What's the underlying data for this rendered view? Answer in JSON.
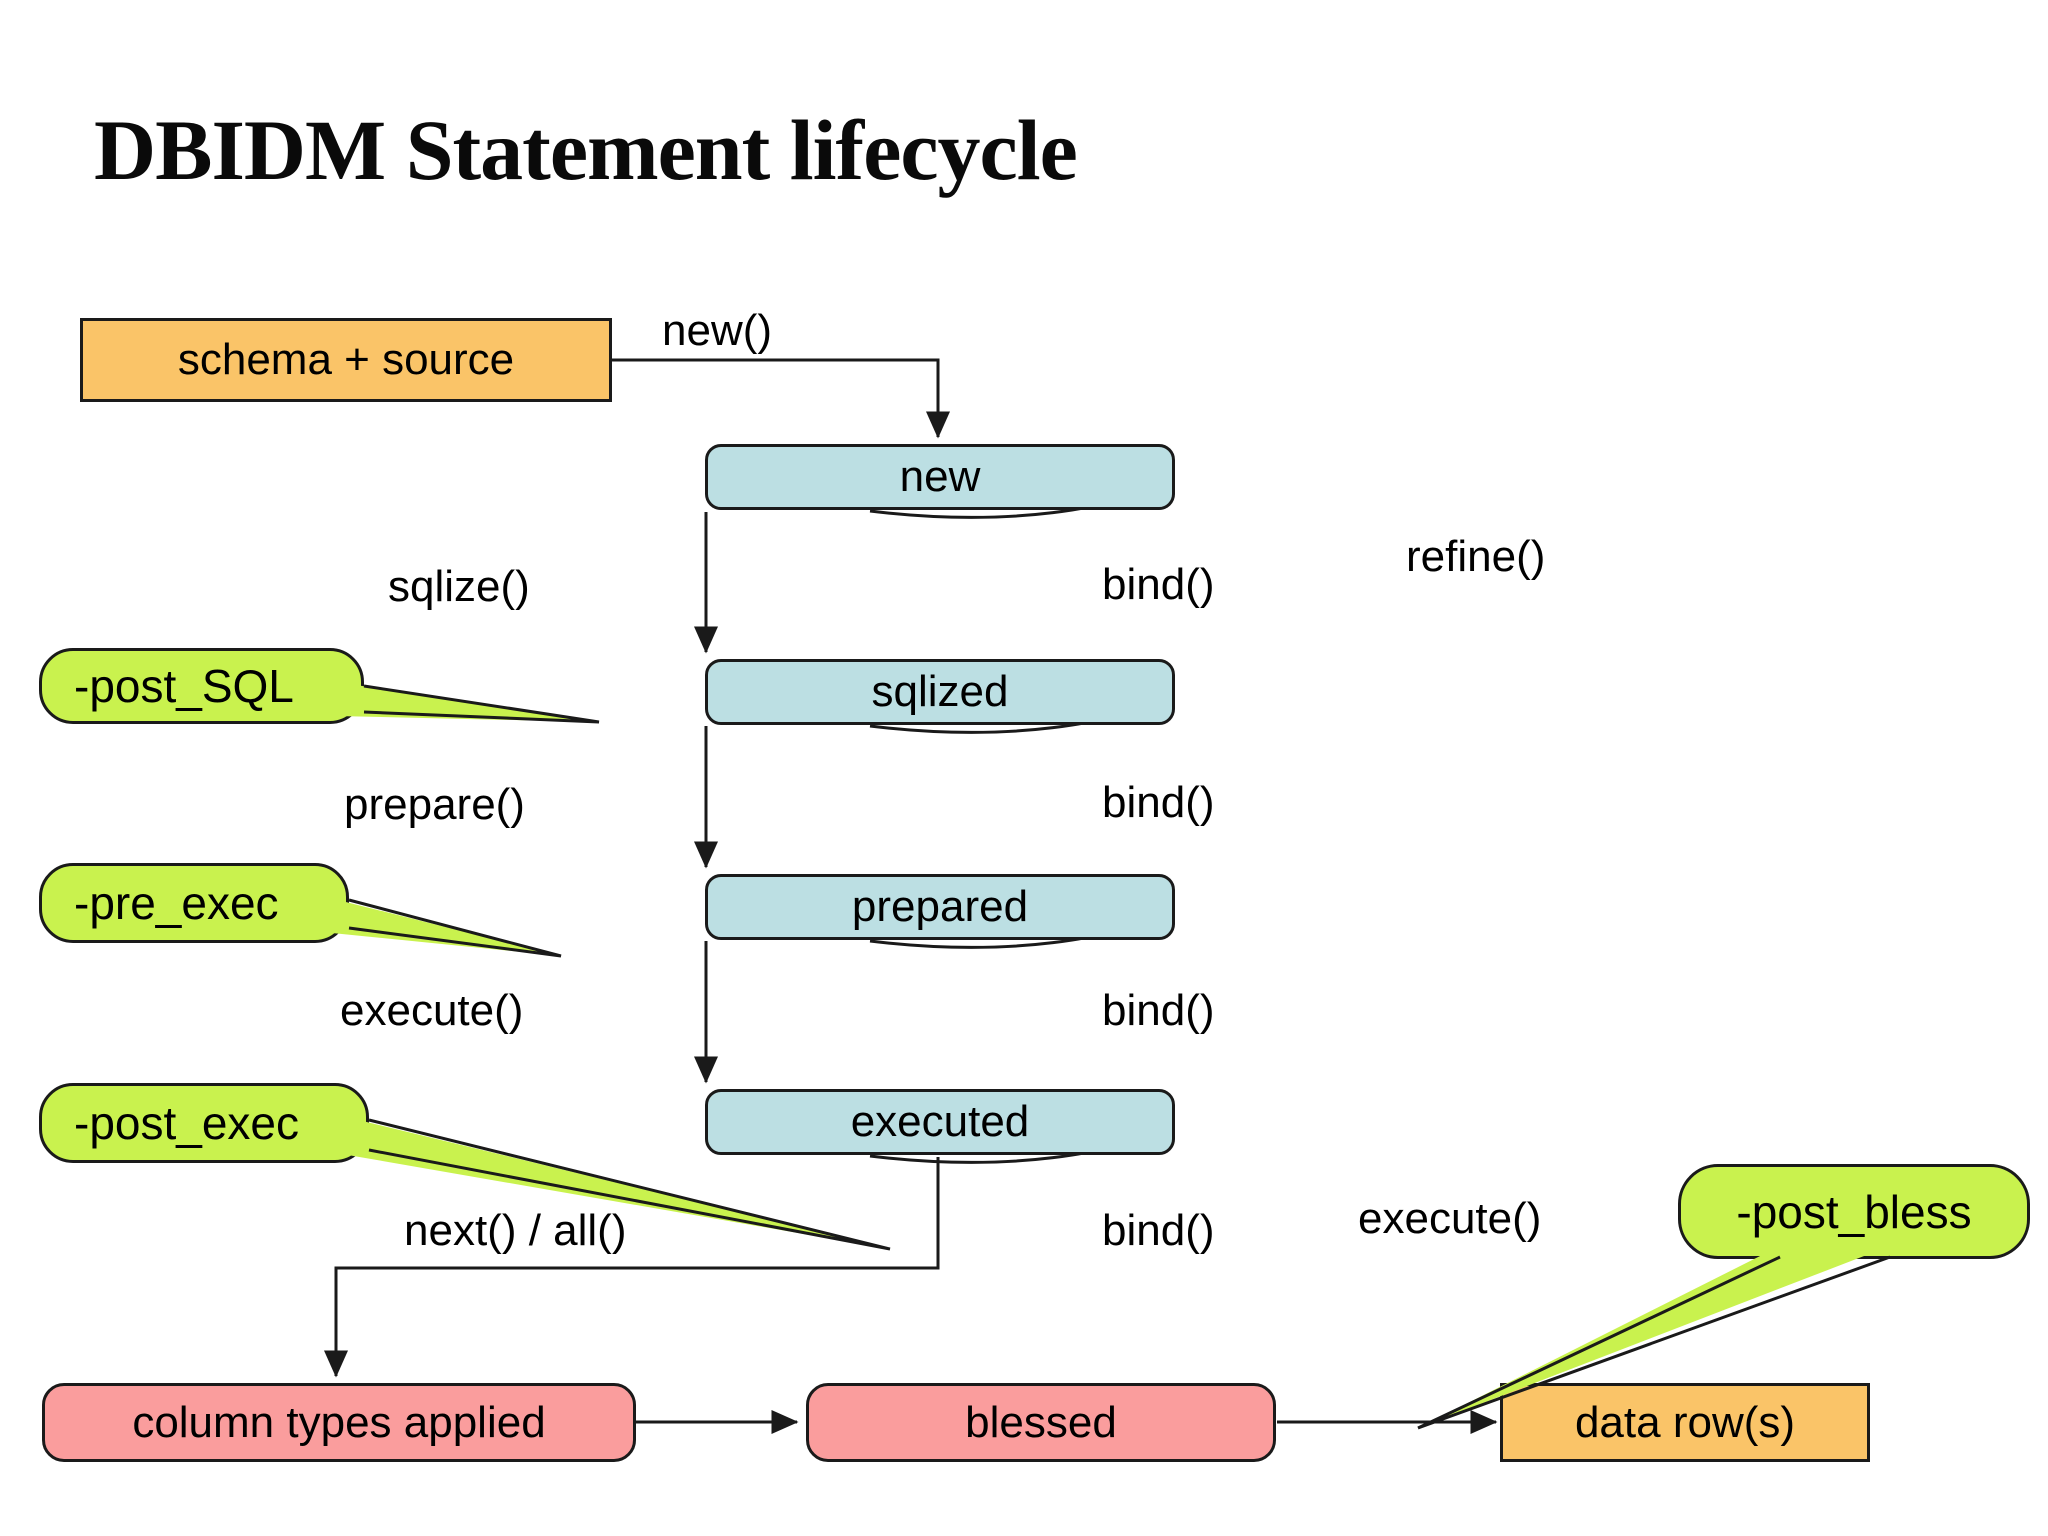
{
  "title": "DBIDM Statement lifecycle",
  "colors": {
    "orange": "#FAC468",
    "blue": "#BCDFE3",
    "green": "#C9F24E",
    "pink": "#FA9D9D",
    "line": "#1A1A1A"
  },
  "nodes": {
    "schema_source": "schema + source",
    "state_new": "new",
    "state_sqlized": "sqlized",
    "state_prepared": "prepared",
    "state_executed": "executed",
    "column_types": "column types applied",
    "blessed": "blessed",
    "data_rows": "data row(s)"
  },
  "edge_labels": {
    "new_call": "new()",
    "sqlize": "sqlize()",
    "prepare": "prepare()",
    "execute": "execute()",
    "next_all": "next() / all()",
    "bind_1": "bind()",
    "bind_2": "bind()",
    "bind_3": "bind()",
    "bind_4": "bind()",
    "refine": "refine()",
    "execute_bless": "execute()"
  },
  "callouts": {
    "post_sql": "-post_SQL",
    "pre_exec": "-pre_exec",
    "post_exec": "-post_exec",
    "post_bless": "-post_bless"
  }
}
